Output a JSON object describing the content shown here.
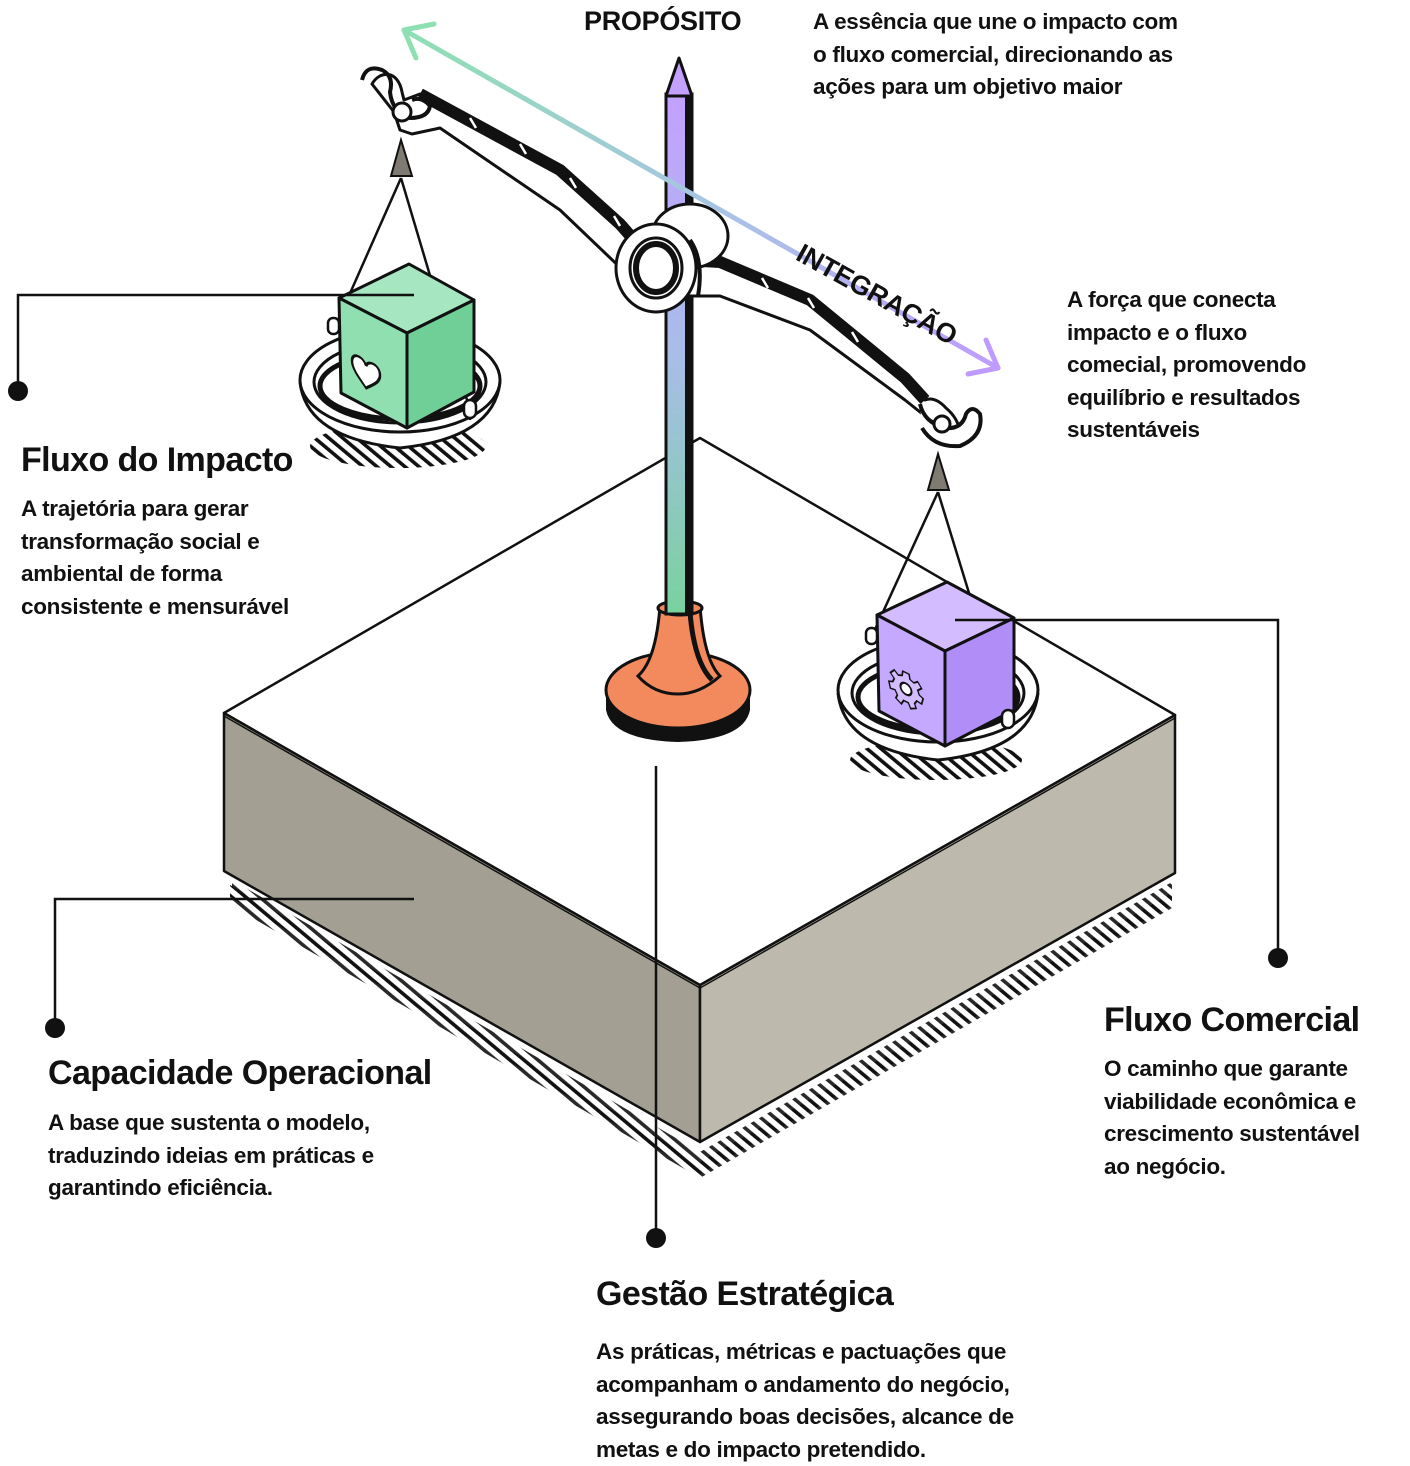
{
  "proposito": {
    "label": "PROPÓSITO",
    "description": "A essência que une o impacto com\no fluxo comercial, direcionando as\nações para um objetivo maior"
  },
  "integracao": {
    "label": "INTEGRAÇÃO",
    "description": "A força que conecta\nimpacto e o fluxo\ncomecial, promovendo\nequilíbrio e resultados\nsustentáveis"
  },
  "fluxo_impacto": {
    "title": "Fluxo do Impacto",
    "description": "A trajetória para gerar\ntransformação social e\nambiental de forma\nconsistente e mensurável",
    "icon": "heart-icon"
  },
  "fluxo_comercial": {
    "title": "Fluxo Comercial",
    "description": "O caminho que garante\nviabilidade econômica e\ncrescimento sustentável\nao negócio.",
    "icon": "gear-icon"
  },
  "capacidade_operacional": {
    "title": "Capacidade Operacional",
    "description": "A base que sustenta o modelo,\ntraduzindo ideias em práticas e\ngarantindo eficiência."
  },
  "gestao_estrategica": {
    "title": "Gestão Estratégica",
    "description": "As práticas, métricas e pactuações que\nacompanham o andamento do negócio,\nassegurando boas decisões, alcance de\nmetas e do impacto pretendido."
  },
  "colors": {
    "green_cube": "#7fd9a4",
    "purple_cube": "#bb99fb",
    "base_left": "#a39f93",
    "base_right": "#bdb9ac",
    "pole_base": "#f28a5e",
    "arrow_start": "#8ee0b2",
    "arrow_end": "#bf9bff"
  }
}
